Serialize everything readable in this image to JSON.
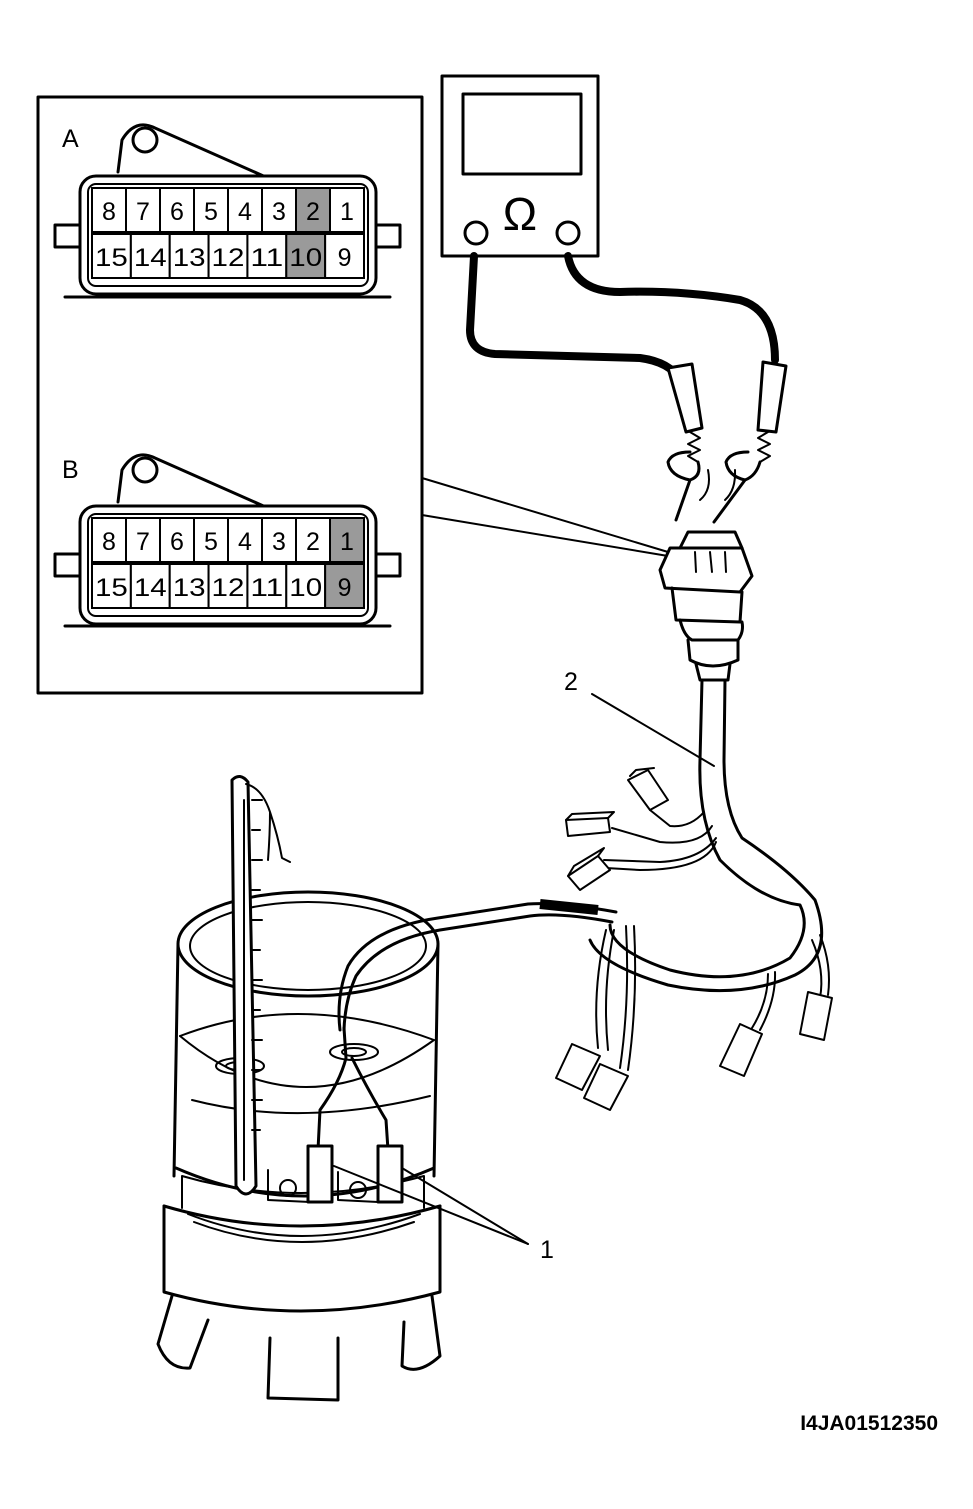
{
  "inset": {
    "connector_a": {
      "label": "A",
      "top_row": [
        "8",
        "7",
        "6",
        "5",
        "4",
        "3",
        "2",
        "1"
      ],
      "bottom_row": [
        "15",
        "14",
        "13",
        "12",
        "11",
        "10",
        "9"
      ],
      "highlighted": [
        "2",
        "10"
      ]
    },
    "connector_b": {
      "label": "B",
      "top_row": [
        "8",
        "7",
        "6",
        "5",
        "4",
        "3",
        "2",
        "1"
      ],
      "bottom_row": [
        "15",
        "14",
        "13",
        "12",
        "11",
        "10",
        "9"
      ],
      "highlighted": [
        "1",
        "9"
      ]
    }
  },
  "meter": {
    "symbol": "Ω"
  },
  "callouts": {
    "sensors": "1",
    "harness": "2"
  },
  "figure_id": "I4JA01512350",
  "colors": {
    "ink": "#000000",
    "highlight": "#9a9a9a",
    "paper": "#ffffff"
  }
}
